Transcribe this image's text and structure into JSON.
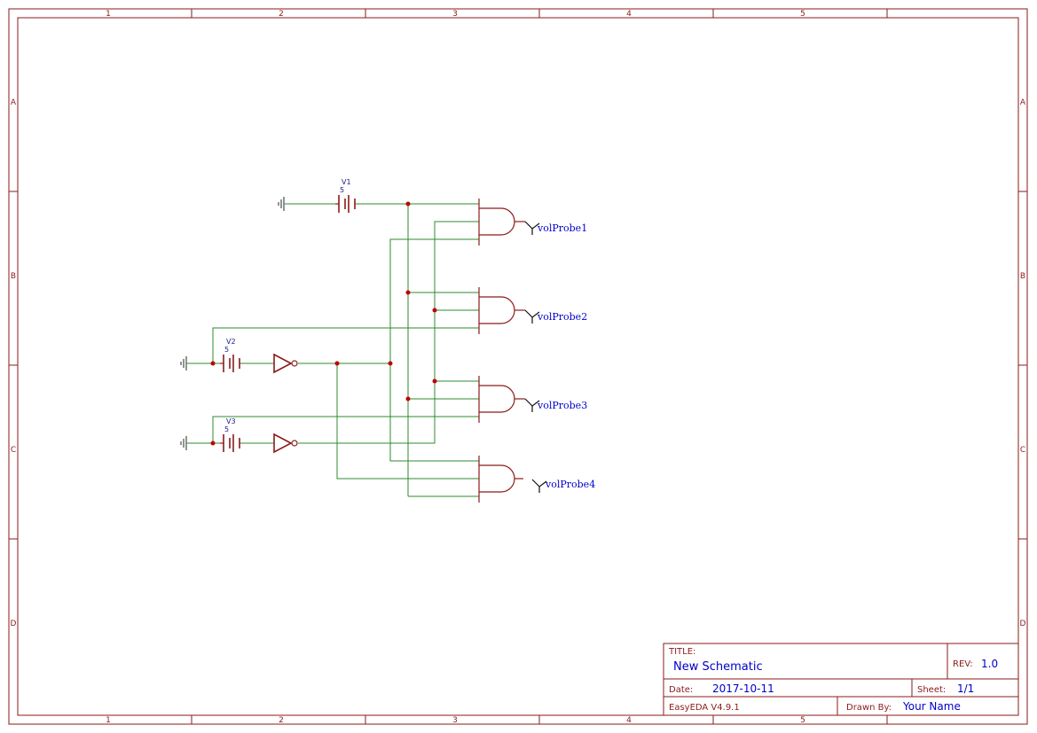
{
  "sheet": {
    "columns": [
      "1",
      "2",
      "3",
      "4",
      "5"
    ],
    "rows": [
      "A",
      "B",
      "C",
      "D"
    ]
  },
  "sources": [
    {
      "ref": "V1",
      "value": "5"
    },
    {
      "ref": "V2",
      "value": "5"
    },
    {
      "ref": "V3",
      "value": "5"
    }
  ],
  "probes": [
    "volProbe1",
    "volProbe2",
    "volProbe3",
    "volProbe4"
  ],
  "title_block": {
    "title_label": "TITLE:",
    "title_value": "New Schematic",
    "rev_label": "REV:",
    "rev_value": "1.0",
    "date_label": "Date:",
    "date_value": "2017-10-11",
    "sheet_label": "Sheet:",
    "sheet_value": "1/1",
    "software": "EasyEDA V4.9.1",
    "drawn_by_label": "Drawn By:",
    "drawn_by_value": "Your Name"
  },
  "colors": {
    "frame": "#8b1a1a",
    "wire": "#2e8b2e",
    "junction": "#c00000",
    "label_text": "#0000cc"
  }
}
